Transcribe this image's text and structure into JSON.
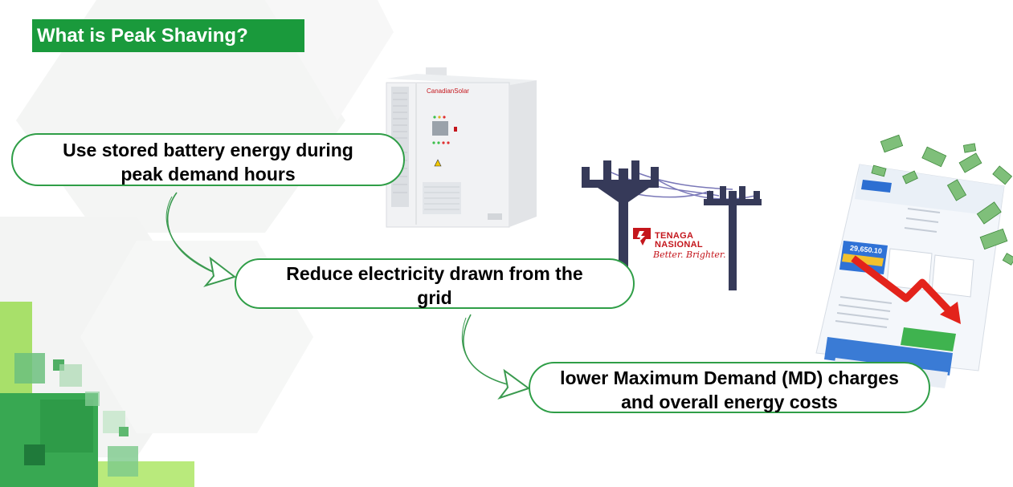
{
  "title": "What is Peak Shaving?",
  "steps": [
    {
      "line1": "Use stored battery energy during",
      "line2": "peak demand hours"
    },
    {
      "line1": "Reduce electricity drawn from the",
      "line2": "grid"
    },
    {
      "line1": "lower Maximum Demand (MD) charges",
      "line2": "and overall energy costs"
    }
  ],
  "battery": {
    "brand": "CanadianSolar"
  },
  "utility": {
    "name_line1": "TENAGA",
    "name_line2": "NASIONAL",
    "tagline": "Better. Brighter."
  },
  "bill": {
    "amount": "29,650.10"
  },
  "colors": {
    "title_bg": "#1a9a3c",
    "accent_green": "#2f9e47",
    "tnb_red": "#c4161c",
    "trend_red": "#e3231b"
  }
}
